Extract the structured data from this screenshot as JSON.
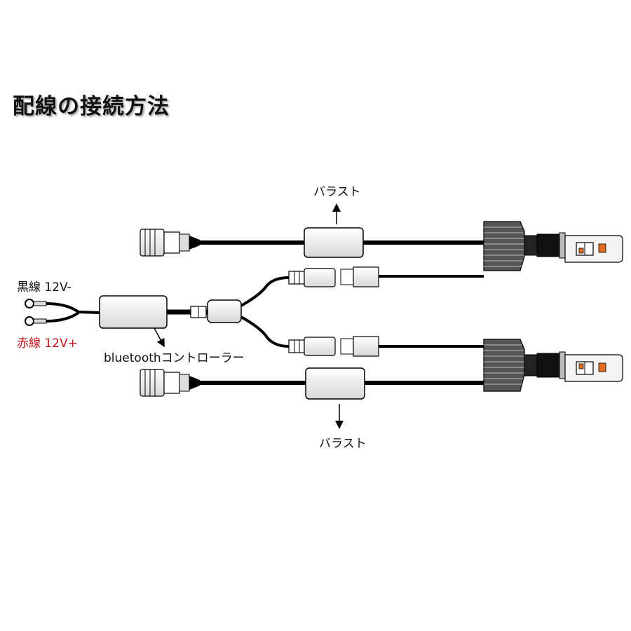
{
  "title": "配線の接続方法",
  "labels": {
    "black_wire": "黒線 12V-",
    "red_wire": "赤線 12V+",
    "controller": "bluetoothコントローラー",
    "ballast_top": "バラスト",
    "ballast_bottom": "バラスト"
  },
  "colors": {
    "red_wire_label": "#c0141c",
    "wire": "#000000"
  }
}
